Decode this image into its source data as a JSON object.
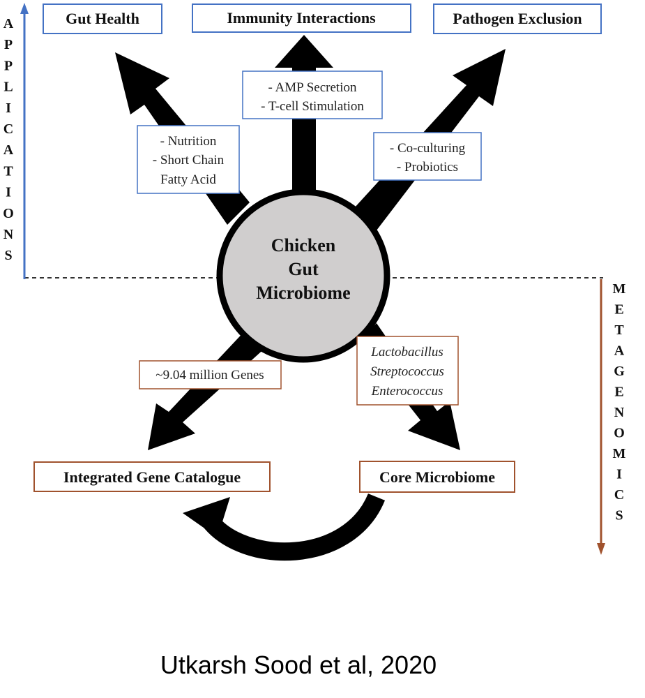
{
  "center": {
    "lines": [
      "Chicken",
      "Gut",
      "Microbiome"
    ]
  },
  "applications": {
    "label": "APPLICATIONS",
    "color": "#4472c4",
    "boxes": [
      {
        "id": "gut-health",
        "title": "Gut Health"
      },
      {
        "id": "immunity-interactions",
        "title": "Immunity Interactions"
      },
      {
        "id": "pathogen-exclusion",
        "title": "Pathogen Exclusion"
      }
    ],
    "notes": [
      {
        "id": "nutrition",
        "lines": [
          "- Nutrition",
          "- Short Chain",
          "Fatty Acid"
        ]
      },
      {
        "id": "amp",
        "lines": [
          "- AMP Secretion",
          "- T-cell Stimulation"
        ]
      },
      {
        "id": "coculturing",
        "lines": [
          "- Co-culturing",
          "- Probiotics"
        ]
      }
    ]
  },
  "metagenomics": {
    "label": "METAGENOMICS",
    "color": "#a0522d",
    "boxes": [
      {
        "id": "integrated-gene-catalogue",
        "title": "Integrated Gene Catalogue"
      },
      {
        "id": "core-microbiome",
        "title": "Core Microbiome"
      }
    ],
    "notes": [
      {
        "id": "genes",
        "lines": [
          "~9.04 million Genes"
        ]
      },
      {
        "id": "genera",
        "lines": [
          "Lactobacillus",
          "Streptococcus",
          "Enterococcus"
        ]
      }
    ]
  },
  "citation": "Utkarsh Sood et al, 2020"
}
